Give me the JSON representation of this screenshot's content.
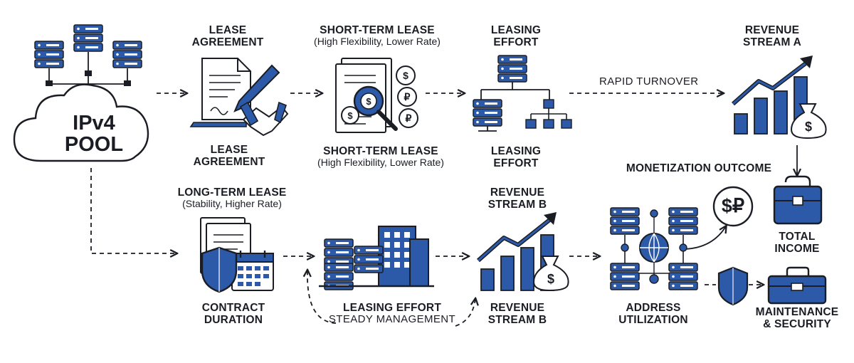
{
  "pool": {
    "line1": "IPv4",
    "line2": "POOL"
  },
  "top_row": {
    "lease_top": {
      "line1": "LEASE",
      "line2": "AGREEMENT"
    },
    "lease_bottom": {
      "line1": "LEASE",
      "line2": "AGREEMENT"
    },
    "short_top": {
      "title": "SHORT-TERM LEASE",
      "sub": "(High Flexibility, Lower Rate)"
    },
    "short_bottom": {
      "title": "SHORT-TERM LEASE",
      "sub": "(High Flexibility, Lower Rate)"
    },
    "effort_top": {
      "line1": "LEASING",
      "line2": "EFFORT"
    },
    "effort_bottom": {
      "line1": "LEASING",
      "line2": "EFFORT"
    },
    "turnover": "RAPID TURNOVER",
    "revenue_a": {
      "line1": "REVENUE",
      "line2": "STREAM A"
    }
  },
  "bottom_row": {
    "long_term": {
      "title": "LONG-TERM LEASE",
      "sub": "(Stability, Higher Rate)"
    },
    "contract": {
      "line1": "CONTRACT",
      "line2": "DURATION"
    },
    "leasing_effort": "LEASING EFFORT",
    "steady": "STEADY MANAGEMENT",
    "revenue_b_top": {
      "line1": "REVENUE",
      "line2": "STREAM B"
    },
    "revenue_b_bottom": {
      "line1": "REVENUE",
      "line2": "STREAM B"
    },
    "address": {
      "line1": "ADDRESS",
      "line2": "UTILIZATION"
    }
  },
  "outcome": {
    "heading": "MONETIZATION OUTCOME",
    "currency_symbol": "$₽",
    "total": {
      "line1": "TOTAL",
      "line2": "INCOME"
    },
    "maintenance": {
      "line1": "MAINTENANCE",
      "line2": "& SECURITY"
    }
  },
  "colors": {
    "primary": "#2d5aa8",
    "dark": "#1b1d24",
    "light": "#eef2fa"
  },
  "icons": [
    "server-stack-icon",
    "cloud-icon",
    "contract-pen-icon",
    "handshake-icon",
    "magnifier-coins-icon",
    "network-tree-icon",
    "growth-chart-icon",
    "money-bag-icon",
    "briefcase-icon",
    "shield-icon",
    "calendar-icon",
    "datacenter-icon",
    "globe-network-icon",
    "toolbox-icon"
  ]
}
